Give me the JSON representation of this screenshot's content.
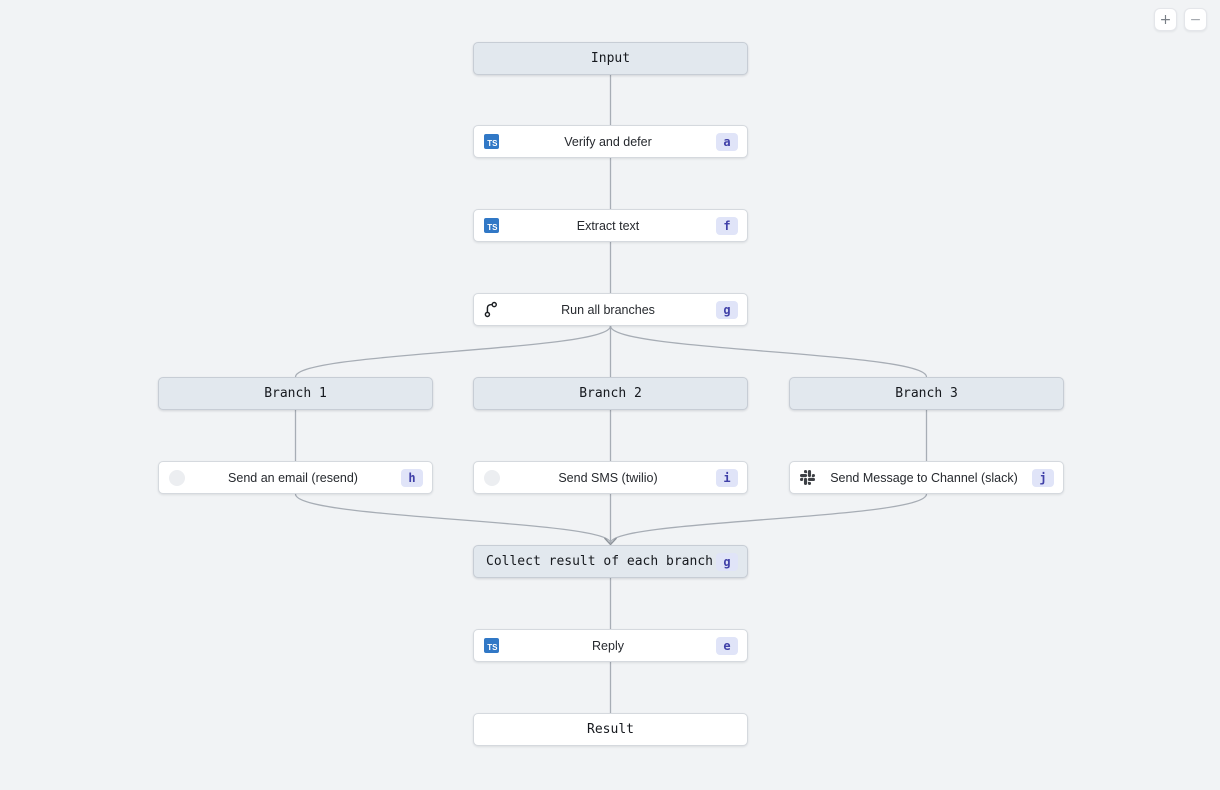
{
  "controls": {
    "zoom_in_label": "+",
    "zoom_out_label": "−"
  },
  "icons": {
    "typescript_label": "TS"
  },
  "colors": {
    "canvas_bg": "#f1f3f5",
    "group_node_fill": "#e2e8ee",
    "group_node_border": "#c7cdd5",
    "task_node_fill": "#ffffff",
    "edge_stroke": "#a7adb5",
    "badge_bg": "#e0e4f8",
    "badge_text": "#4040a8",
    "typescript_blue": "#3178c6",
    "slack_glyph": "#3d4045"
  },
  "nodes": [
    {
      "label": "Input",
      "kind": "group",
      "icon": null,
      "badge": null
    },
    {
      "label": "Verify and defer",
      "kind": "task",
      "icon": "typescript",
      "badge": "a"
    },
    {
      "label": "Extract text",
      "kind": "task",
      "icon": "typescript",
      "badge": "f"
    },
    {
      "label": "Run all branches",
      "kind": "task",
      "icon": "git-branch",
      "badge": "g"
    },
    {
      "label": "Branch 1",
      "kind": "group",
      "icon": null,
      "badge": null
    },
    {
      "label": "Branch 2",
      "kind": "group",
      "icon": null,
      "badge": null
    },
    {
      "label": "Branch 3",
      "kind": "group",
      "icon": null,
      "badge": null
    },
    {
      "label": "Send an email (resend)",
      "kind": "task",
      "icon": "resend",
      "badge": "h"
    },
    {
      "label": "Send SMS (twilio)",
      "kind": "task",
      "icon": "twilio",
      "badge": "i"
    },
    {
      "label": "Send Message to Channel (slack)",
      "kind": "task",
      "icon": "slack",
      "badge": "j"
    },
    {
      "label": "Collect result of each branch",
      "kind": "group",
      "icon": null,
      "badge": "g"
    },
    {
      "label": "Reply",
      "kind": "task",
      "icon": "typescript",
      "badge": "e"
    },
    {
      "label": "Result",
      "kind": "task",
      "icon": null,
      "badge": null
    }
  ]
}
